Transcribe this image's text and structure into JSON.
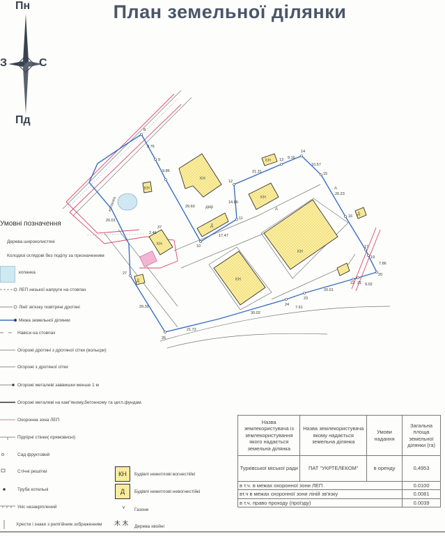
{
  "title": "План земельної ділянки",
  "compass": {
    "north": "Пн",
    "south": "Пд",
    "west": "З",
    "east": "С"
  },
  "map": {
    "yard_label": "двір",
    "asphalt_label": "А",
    "building_labels": [
      "КН",
      "КН",
      "КН",
      "КН",
      "Д",
      "КН",
      "Д",
      "КН",
      "Д",
      "КН"
    ],
    "pond_label": "копанка",
    "dimensions": [
      "9.76",
      "9.86",
      "29.60",
      "17.47",
      "14.86",
      "21.31",
      "9.16",
      "10.57",
      "20.23",
      "7.86",
      "9.02",
      "20.01",
      "7.61",
      "30.02",
      "21.72",
      "29.30",
      "20.01",
      "2.46"
    ],
    "points": [
      "8",
      "9",
      "10",
      "11",
      "12",
      "13",
      "14",
      "15",
      "16",
      "17",
      "19",
      "20",
      "21",
      "22",
      "23",
      "24",
      "26",
      "27",
      "37"
    ],
    "colors": {
      "boundary": "#3a6fc4",
      "power_zone": "#d9476a",
      "building_fill": "#fbf0a8",
      "pond": "#cfe8f2"
    }
  },
  "legend": {
    "title": "Умовні позначення",
    "items": [
      "Дерева широколистяні",
      "Колодязі оглядові без поділу за призначенням",
      "копанка",
      "ЛЕП низької напруги на стовпах",
      "Лінії зв'язку повітряні дротяні",
      "Межа земельної ділянки",
      "Навіси на стовпах",
      "Огорожі дротяні з дротяної сітки (вольєри)",
      "Огорожі з дротяної сітки",
      "Огорожі металеві заввишки менше 1 м",
      "Огорожі металеві на кам\"яному,бетонному та цегл.фундам.",
      "Охоронна зона ЛЕП",
      "Підпірні стінки( прямовисні)",
      "Сад фруктовий",
      "Стічні решітки",
      "Труба котельні",
      "Укіс незакріплений",
      "Хрести і знаки з релігійним зображенням"
    ],
    "right_items": [
      {
        "symbol": "КН",
        "label": "Будівлі нежитлові вогнестійкі"
      },
      {
        "symbol": "Д",
        "label": "Будівлі нежитлові невогнестійкі"
      },
      {
        "symbol": "",
        "label": "Газони"
      },
      {
        "symbol": "",
        "label": "Дерева хвойні"
      }
    ]
  },
  "table": {
    "headers": [
      "Назва землекористувача із землекористування якого надається земельна ділянка",
      "Назва землекористувача якому надається земельна ділянка",
      "Умови надання",
      "Загальна площа земельної ділянки (га)"
    ],
    "row": [
      "Турківської міської ради",
      "ПАТ \"УКРТЕЛЕКОМ\"",
      "в оренду",
      "0,4953"
    ],
    "sub_rows": [
      {
        "label": "в т.ч. в межах охоронної зони ЛЕП",
        "value": "0.0100"
      },
      {
        "label": "вт.ч в межах охоронної зони ліній зв'язку",
        "value": "0.0081"
      },
      {
        "label": "в т.ч. право проходу (проїзду)",
        "value": "0.0039"
      }
    ]
  }
}
